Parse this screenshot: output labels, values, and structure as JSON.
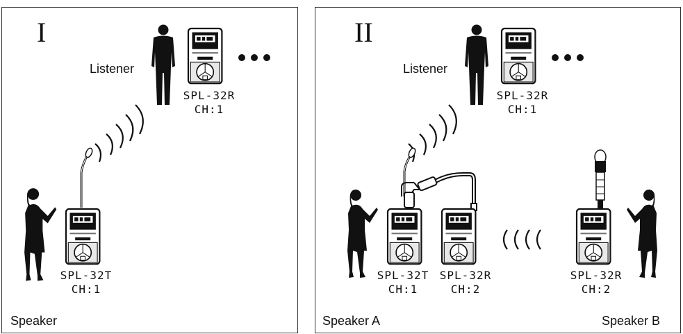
{
  "panels": [
    {
      "numeral": "I",
      "listener_label": "Listener",
      "receiver": {
        "model": "SPL-32R",
        "channel": "CH:1"
      },
      "transmitter": {
        "model": "SPL-32T",
        "channel": "CH:1"
      },
      "more": "•••",
      "speaker_label": "Speaker"
    },
    {
      "numeral": "II",
      "listener_label": "Listener",
      "receiver": {
        "model": "SPL-32R",
        "channel": "CH:1"
      },
      "transmitter": {
        "model": "SPL-32T",
        "channel": "CH:1"
      },
      "relay_receiver": {
        "model": "SPL-32R",
        "channel": "CH:2"
      },
      "remote_receiver": {
        "model": "SPL-32R",
        "channel": "CH:2"
      },
      "more": "•••",
      "speaker_a_label": "Speaker A",
      "speaker_b_label": "Speaker B"
    }
  ]
}
